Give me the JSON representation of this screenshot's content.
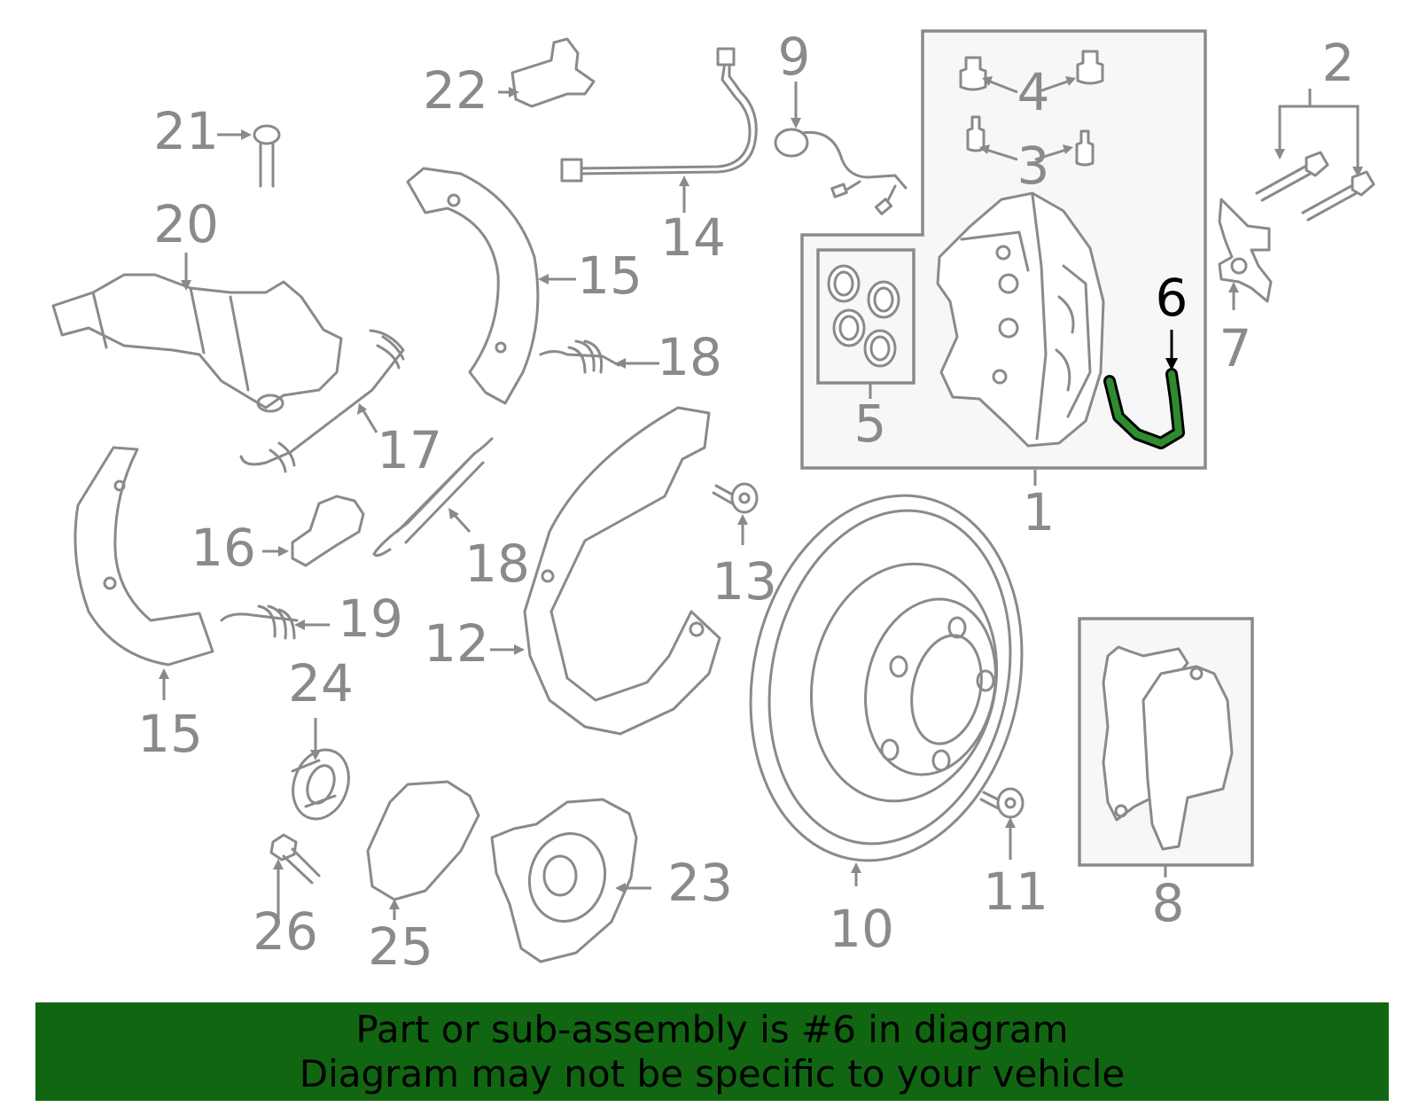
{
  "callouts": {
    "c1": "1",
    "c2": "2",
    "c3": "3",
    "c4": "4",
    "c5": "5",
    "c6": "6",
    "c7": "7",
    "c8": "8",
    "c9": "9",
    "c10": "10",
    "c11": "11",
    "c12": "12",
    "c13": "13",
    "c14": "14",
    "c15a": "15",
    "c15b": "15",
    "c16": "16",
    "c17": "17",
    "c18a": "18",
    "c18b": "18",
    "c19": "19",
    "c20": "20",
    "c21": "21",
    "c22": "22",
    "c23": "23",
    "c24": "24",
    "c25": "25",
    "c26": "26"
  },
  "highlight": {
    "part": "6",
    "color": "#2e8b2e"
  },
  "colors": {
    "line_art": "#8a8a8a",
    "banner_bg": "#116611",
    "banner_text": "#000000"
  },
  "banner": {
    "line1": "Part or sub-assembly is #6 in diagram",
    "line2": "Diagram may not be specific to your vehicle"
  }
}
